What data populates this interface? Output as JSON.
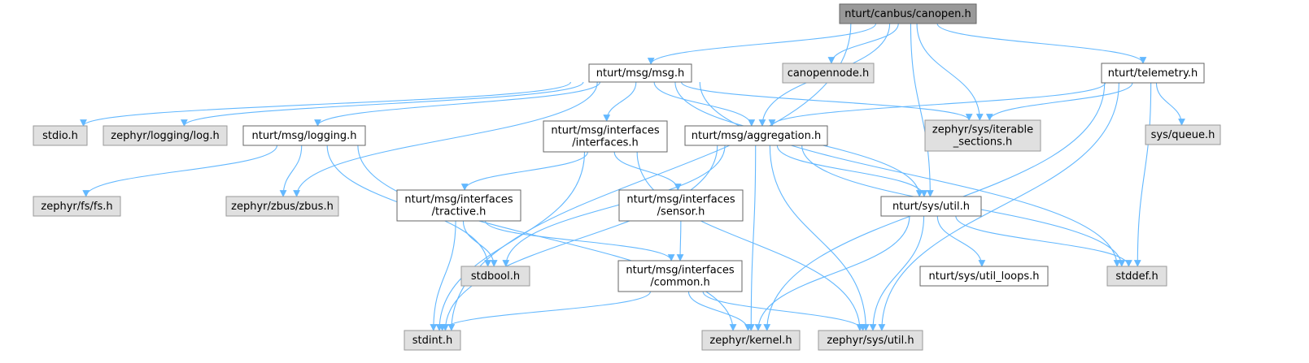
{
  "colors": {
    "edge": "#63b8ff",
    "root_fill": "#999999",
    "project_fill": "#ffffff",
    "system_fill": "#e0e0e0"
  },
  "nodes": [
    {
      "id": "canopen",
      "lines": [
        "nturt/canbus/canopen.h"
      ],
      "kind": "root"
    },
    {
      "id": "msg",
      "lines": [
        "nturt/msg/msg.h"
      ],
      "kind": "project"
    },
    {
      "id": "canopennode",
      "lines": [
        "canopennode.h"
      ],
      "kind": "system"
    },
    {
      "id": "telemetry",
      "lines": [
        "nturt/telemetry.h"
      ],
      "kind": "project"
    },
    {
      "id": "stdio",
      "lines": [
        "stdio.h"
      ],
      "kind": "system"
    },
    {
      "id": "log",
      "lines": [
        "zephyr/logging/log.h"
      ],
      "kind": "system"
    },
    {
      "id": "logging",
      "lines": [
        "nturt/msg/logging.h"
      ],
      "kind": "project"
    },
    {
      "id": "interfaces",
      "lines": [
        "nturt/msg/interfaces",
        "/interfaces.h"
      ],
      "kind": "project"
    },
    {
      "id": "aggregation",
      "lines": [
        "nturt/msg/aggregation.h"
      ],
      "kind": "project"
    },
    {
      "id": "iterable",
      "lines": [
        "zephyr/sys/iterable",
        "_sections.h"
      ],
      "kind": "system"
    },
    {
      "id": "queue",
      "lines": [
        "sys/queue.h"
      ],
      "kind": "system"
    },
    {
      "id": "fs",
      "lines": [
        "zephyr/fs/fs.h"
      ],
      "kind": "system"
    },
    {
      "id": "zbus",
      "lines": [
        "zephyr/zbus/zbus.h"
      ],
      "kind": "system"
    },
    {
      "id": "tractive",
      "lines": [
        "nturt/msg/interfaces",
        "/tractive.h"
      ],
      "kind": "project"
    },
    {
      "id": "sensor",
      "lines": [
        "nturt/msg/interfaces",
        "/sensor.h"
      ],
      "kind": "project"
    },
    {
      "id": "nturtutil",
      "lines": [
        "nturt/sys/util.h"
      ],
      "kind": "project"
    },
    {
      "id": "stdbool",
      "lines": [
        "stdbool.h"
      ],
      "kind": "system"
    },
    {
      "id": "common",
      "lines": [
        "nturt/msg/interfaces",
        "/common.h"
      ],
      "kind": "project"
    },
    {
      "id": "utilloops",
      "lines": [
        "nturt/sys/util_loops.h"
      ],
      "kind": "project"
    },
    {
      "id": "stddef",
      "lines": [
        "stddef.h"
      ],
      "kind": "system"
    },
    {
      "id": "stdint",
      "lines": [
        "stdint.h"
      ],
      "kind": "system"
    },
    {
      "id": "kernel",
      "lines": [
        "zephyr/kernel.h"
      ],
      "kind": "system"
    },
    {
      "id": "zutil",
      "lines": [
        "zephyr/sys/util.h"
      ],
      "kind": "system"
    }
  ],
  "edges": [
    [
      "canopen",
      "msg"
    ],
    [
      "canopen",
      "canopennode"
    ],
    [
      "canopen",
      "telemetry"
    ],
    [
      "canopen",
      "aggregation"
    ],
    [
      "canopen",
      "iterable"
    ],
    [
      "canopen",
      "nturtutil"
    ],
    [
      "canopen",
      "stdint"
    ],
    [
      "msg",
      "stdio"
    ],
    [
      "msg",
      "log"
    ],
    [
      "msg",
      "logging"
    ],
    [
      "msg",
      "interfaces"
    ],
    [
      "msg",
      "aggregation"
    ],
    [
      "msg",
      "iterable"
    ],
    [
      "msg",
      "zbus"
    ],
    [
      "msg",
      "nturtutil"
    ],
    [
      "msg",
      "stddef"
    ],
    [
      "telemetry",
      "aggregation"
    ],
    [
      "telemetry",
      "iterable"
    ],
    [
      "telemetry",
      "queue"
    ],
    [
      "telemetry",
      "stddef"
    ],
    [
      "telemetry",
      "kernel"
    ],
    [
      "telemetry",
      "zutil"
    ],
    [
      "logging",
      "fs"
    ],
    [
      "logging",
      "zbus"
    ],
    [
      "logging",
      "stdbool"
    ],
    [
      "logging",
      "kernel"
    ],
    [
      "interfaces",
      "tractive"
    ],
    [
      "interfaces",
      "sensor"
    ],
    [
      "interfaces",
      "stdint"
    ],
    [
      "interfaces",
      "zutil"
    ],
    [
      "aggregation",
      "nturtutil"
    ],
    [
      "aggregation",
      "stdbool"
    ],
    [
      "aggregation",
      "stddef"
    ],
    [
      "aggregation",
      "stdint"
    ],
    [
      "aggregation",
      "kernel"
    ],
    [
      "aggregation",
      "zutil"
    ],
    [
      "tractive",
      "stdbool"
    ],
    [
      "tractive",
      "common"
    ],
    [
      "tractive",
      "stdint"
    ],
    [
      "sensor",
      "common"
    ],
    [
      "nturtutil",
      "utilloops"
    ],
    [
      "nturtutil",
      "stddef"
    ],
    [
      "nturtutil",
      "kernel"
    ],
    [
      "nturtutil",
      "zutil"
    ],
    [
      "common",
      "stdint"
    ],
    [
      "common",
      "kernel"
    ],
    [
      "common",
      "zutil"
    ]
  ]
}
